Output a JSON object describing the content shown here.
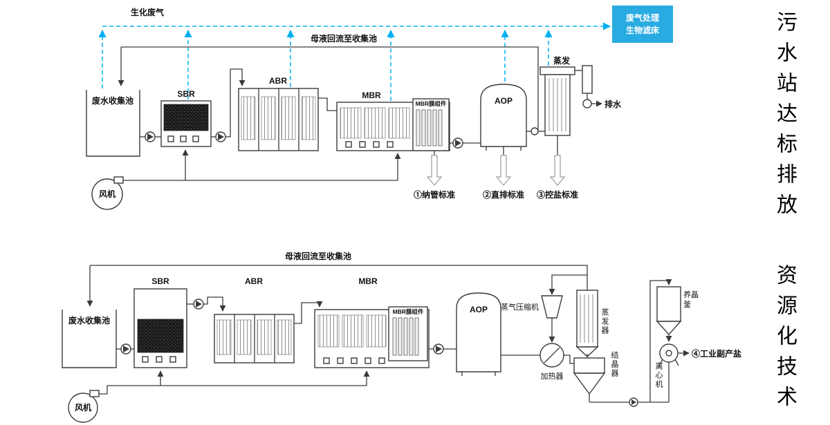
{
  "colors": {
    "gas_line": "#00b0f0",
    "gas_box_bg": "#29abe2",
    "gas_box_text": "#ffffff",
    "line": "#3a3a3a",
    "hollow_arrow": "#9a9a9a"
  },
  "side_title": {
    "line1": "污水站达标排放",
    "line2": "资源化技术"
  },
  "top_flow": {
    "gas_label": "生化废气",
    "reflux_label": "母液回流至收集池",
    "gas_box": {
      "line1": "废气处理",
      "line2": "生物滤床"
    },
    "collection_tank": "废水收集池",
    "fan": "风机",
    "sbr": "SBR",
    "abr": "ABR",
    "mbr": "MBR",
    "mbr_membrane": "MBR膜组件",
    "aop": "AOP",
    "evaporation": "蒸发",
    "drain": "排水",
    "outlet1": "①纳管标准",
    "outlet2": "②直排标准",
    "outlet3": "③控盐标准"
  },
  "bottom_flow": {
    "reflux_label": "母液回流至收集池",
    "collection_tank": "废水收集池",
    "fan": "风机",
    "sbr": "SBR",
    "abr": "ABR",
    "mbr": "MBR",
    "mbr_membrane": "MBR膜组件",
    "aop": "AOP",
    "compressor": "蒸气压缩机",
    "heater": "加热器",
    "evaporator": "蒸发器",
    "crystallizer": "结晶器",
    "crystal_kettle": "养晶釜",
    "centrifuge": "离心机",
    "salt_output": "④工业副产盐"
  }
}
